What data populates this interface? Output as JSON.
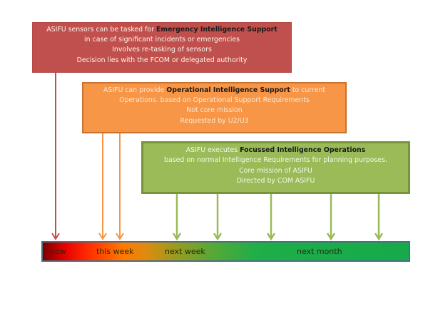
{
  "boxes": {
    "emergency": {
      "line1_prefix": "ASIFU sensors can be tasked for ",
      "line1_bold": "Emergency Intelligence Support",
      "line2": "in case of significant incidents or emergencies",
      "line3": "Involves re-tasking of sensors",
      "line4": "Decision lies with the FCOM or delegated authority",
      "color": "#c0504d"
    },
    "operational": {
      "line1_prefix": "ASIFU can provide ",
      "line1_bold": "Operational  Intelligence Support",
      "line1_suffix": " to current",
      "line2": "Operations. based on Operational Support Requirements",
      "line3": "Not core mission",
      "line4": "Requested by U2/U3",
      "color": "#f79646"
    },
    "focussed": {
      "line1_prefix": "ASIFU executes ",
      "line1_bold": "Focussed  Intelligence Operations",
      "line2": "based on normal Intelligence Requirements for planning purposes.",
      "line3": "Core mission of ASIFU",
      "line4": "Directed by COM ASIFU",
      "color": "#9bbb59"
    }
  },
  "timeline": {
    "labels": [
      "now",
      "this week",
      "next week",
      "next month"
    ]
  },
  "arrows": {
    "red_color": "#c0504d",
    "orange_color": "#f79646",
    "green_color": "#9bbb59"
  }
}
